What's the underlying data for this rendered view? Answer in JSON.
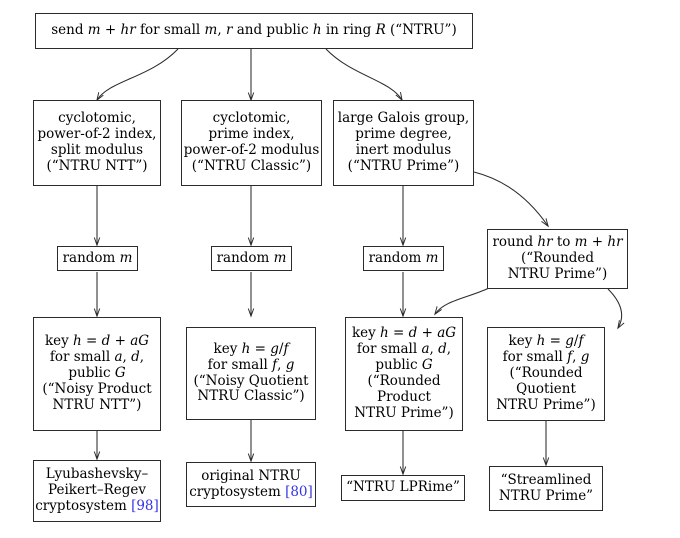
{
  "diagram": {
    "title": "NTRU variants taxonomy flowchart",
    "accent_citation_color": "#3333e6",
    "line_color": "#2b2b2b",
    "nodes": {
      "root": {
        "id": "send-m-plus-hr",
        "lines": [
          "send m + hr for small m, r and public h in ring R (“NTRU”)"
        ]
      },
      "ntru_ntt": {
        "id": "ntru-ntt",
        "lines": [
          "cyclotomic,",
          "power-of-2 index,",
          "split modulus",
          "(“NTRU NTT”)"
        ]
      },
      "ntru_classic": {
        "id": "ntru-classic",
        "lines": [
          "cyclotomic,",
          "prime index,",
          "power-of-2 modulus",
          "(“NTRU Classic”)"
        ]
      },
      "ntru_prime": {
        "id": "ntru-prime",
        "lines": [
          "large Galois group,",
          "prime degree,",
          "inert modulus",
          "(“NTRU Prime”)"
        ]
      },
      "random_m_1": {
        "id": "random-m-1",
        "lines": [
          "random m"
        ]
      },
      "random_m_2": {
        "id": "random-m-2",
        "lines": [
          "random m"
        ]
      },
      "random_m_3": {
        "id": "random-m-3",
        "lines": [
          "random m"
        ]
      },
      "rounded_ntru_prime": {
        "id": "rounded-ntru-prime",
        "lines": [
          "round hr to m + hr",
          "(“Rounded",
          "NTRU Prime”)"
        ]
      },
      "noisy_product_ntru_ntt": {
        "id": "noisy-product-ntru-ntt",
        "lines": [
          "key h = d + aG",
          "for small a, d,",
          "public G",
          "(“Noisy Product",
          "NTRU NTT”)"
        ]
      },
      "noisy_quotient_ntru_classic": {
        "id": "noisy-quotient-ntru-classic",
        "lines": [
          "key h = g/f",
          "for small f, g",
          "(“Noisy Quotient",
          "NTRU Classic”)"
        ]
      },
      "rounded_product_ntru_prime": {
        "id": "rounded-product-ntru-prime",
        "lines": [
          "key h = d + aG",
          "for small a, d,",
          "public G",
          "(“Rounded",
          "Product",
          "NTRU Prime”)"
        ]
      },
      "rounded_quotient_ntru_prime": {
        "id": "rounded-quotient-ntru-prime",
        "lines": [
          "key h = g/f",
          "for small f, g",
          "(“Rounded",
          "Quotient",
          "NTRU Prime”)"
        ]
      },
      "lpr": {
        "id": "lyubashevsky-peikert-regev",
        "lines": [
          "Lyubashevsky–",
          "Peikert–Regev",
          "cryptosystem [98]"
        ],
        "citation": "98"
      },
      "original_ntru": {
        "id": "original-ntru",
        "lines": [
          "original NTRU",
          "cryptosystem [80]"
        ],
        "citation": "80"
      },
      "ntru_lprime": {
        "id": "ntru-lprime",
        "lines": [
          "“NTRU LPRime”"
        ]
      },
      "streamlined_ntru_prime": {
        "id": "streamlined-ntru-prime",
        "lines": [
          "“Streamlined",
          "NTRU Prime”"
        ]
      }
    },
    "edges": [
      {
        "from": "send-m-plus-hr",
        "to": "ntru-ntt",
        "style": "curve"
      },
      {
        "from": "send-m-plus-hr",
        "to": "ntru-classic",
        "style": "straight"
      },
      {
        "from": "send-m-plus-hr",
        "to": "ntru-prime",
        "style": "curve"
      },
      {
        "from": "ntru-ntt",
        "to": "random-m-1",
        "style": "straight"
      },
      {
        "from": "ntru-classic",
        "to": "random-m-2",
        "style": "straight"
      },
      {
        "from": "ntru-prime",
        "to": "random-m-3",
        "style": "straight"
      },
      {
        "from": "ntru-prime",
        "to": "rounded-ntru-prime",
        "style": "curve"
      },
      {
        "from": "random-m-1",
        "to": "noisy-product-ntru-ntt",
        "style": "straight"
      },
      {
        "from": "random-m-2",
        "to": "noisy-quotient-ntru-classic",
        "style": "straight"
      },
      {
        "from": "random-m-3",
        "to": "rounded-product-ntru-prime",
        "style": "straight"
      },
      {
        "from": "rounded-ntru-prime",
        "to": "rounded-product-ntru-prime",
        "style": "curve"
      },
      {
        "from": "rounded-ntru-prime",
        "to": "rounded-quotient-ntru-prime",
        "style": "curve"
      },
      {
        "from": "noisy-product-ntru-ntt",
        "to": "lyubashevsky-peikert-regev",
        "style": "straight"
      },
      {
        "from": "noisy-quotient-ntru-classic",
        "to": "original-ntru",
        "style": "straight"
      },
      {
        "from": "rounded-product-ntru-prime",
        "to": "ntru-lprime",
        "style": "straight"
      },
      {
        "from": "rounded-quotient-ntru-prime",
        "to": "streamlined-ntru-prime",
        "style": "straight"
      }
    ]
  }
}
